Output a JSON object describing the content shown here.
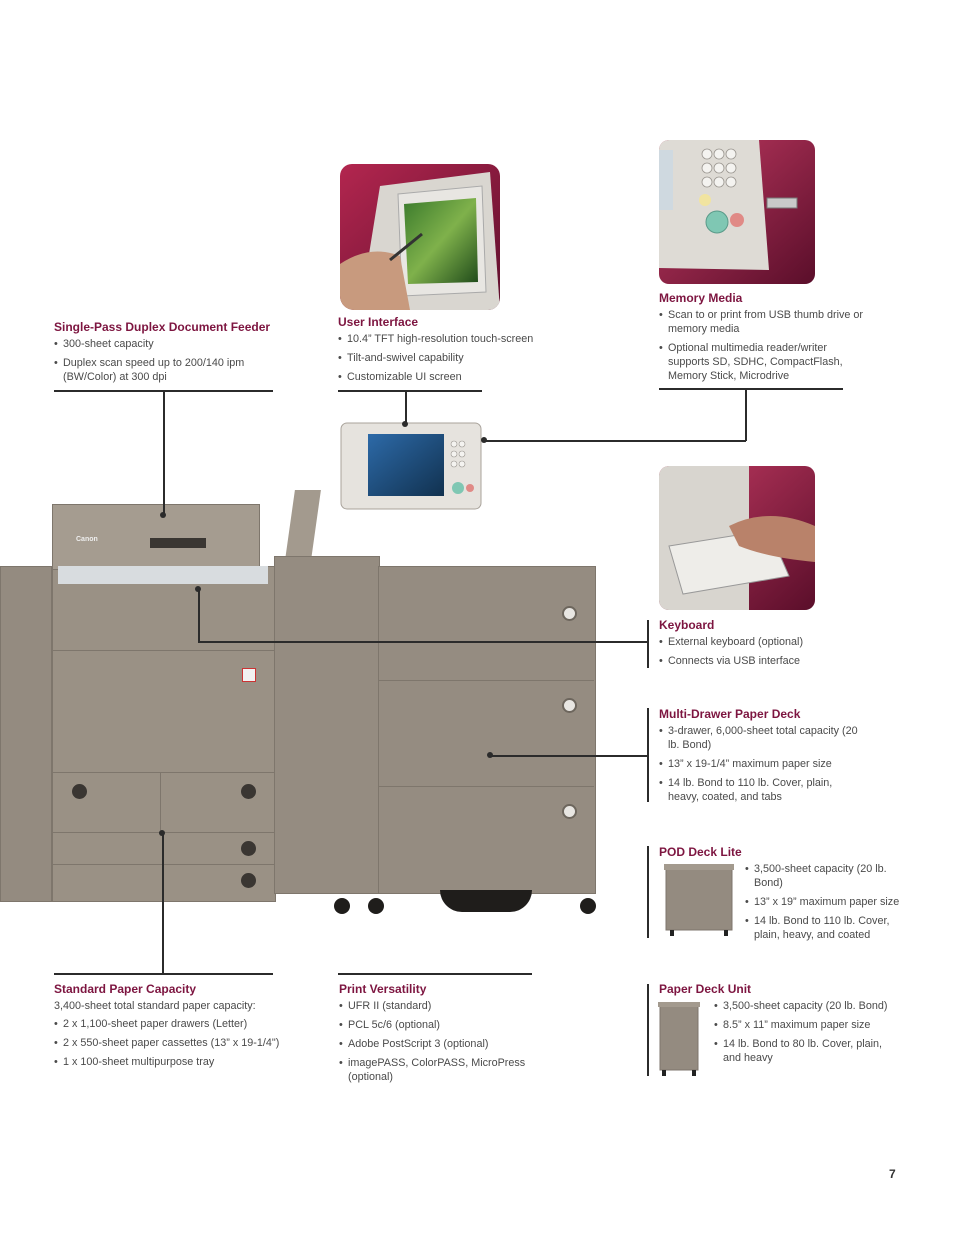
{
  "page_number": "7",
  "features": {
    "duplex_feeder": {
      "title": "Single-Pass Duplex Document Feeder",
      "items": [
        "300-sheet capacity",
        "Duplex scan speed up to 200/140 ipm (BW/Color) at 300 dpi"
      ]
    },
    "user_interface": {
      "title": "User Interface",
      "items": [
        "10.4” TFT high-resolution touch-screen",
        "Tilt-and-swivel capability",
        "Customizable UI screen"
      ]
    },
    "memory_media": {
      "title": "Memory Media",
      "items": [
        "Scan to or print from USB thumb drive or memory media",
        "Optional multimedia reader/writer supports SD, SDHC, CompactFlash, Memory Stick, Microdrive"
      ]
    },
    "keyboard": {
      "title": "Keyboard",
      "items": [
        "External keyboard (optional)",
        "Connects via USB interface"
      ]
    },
    "paper_deck": {
      "title": "Multi-Drawer Paper Deck",
      "items": [
        "3-drawer, 6,000-sheet total capacity (20 lb. Bond)",
        "13” x 19-1/4” maximum paper size",
        "14 lb. Bond to 110 lb. Cover, plain, heavy, coated, and tabs"
      ]
    },
    "pod_deck": {
      "title": "POD Deck Lite",
      "items": [
        "3,500-sheet capacity (20 lb. Bond)",
        "13” x 19” maximum paper size",
        "14 lb. Bond to 110 lb. Cover, plain, heavy, and coated"
      ]
    },
    "paper_deck_unit": {
      "title": "Paper Deck Unit",
      "items": [
        "3,500-sheet capacity (20 lb. Bond)",
        "8.5” x 11” maximum paper size",
        "14 lb. Bond to 80 lb. Cover, plain, and heavy"
      ]
    },
    "standard_capacity": {
      "title": "Standard Paper Capacity",
      "subtitle": "3,400-sheet total standard paper capacity:",
      "items": [
        "2 x 1,100-sheet paper drawers (Letter)",
        "2 x 550-sheet paper cassettes (13” x 19-1/4\")",
        "1 x 100-sheet multipurpose tray"
      ]
    },
    "print_versatility": {
      "title": "Print Versatility",
      "items": [
        "UFR II (standard)",
        "PCL 5c/6 (optional)",
        "Adobe PostScript 3 (optional)",
        "imagePASS, ColorPASS, MicroPress (optional)"
      ]
    }
  },
  "logo": "Canon",
  "colors": {
    "accent": "#7d1540",
    "machine": "#948b80",
    "photo_bg": "#8a1840"
  }
}
